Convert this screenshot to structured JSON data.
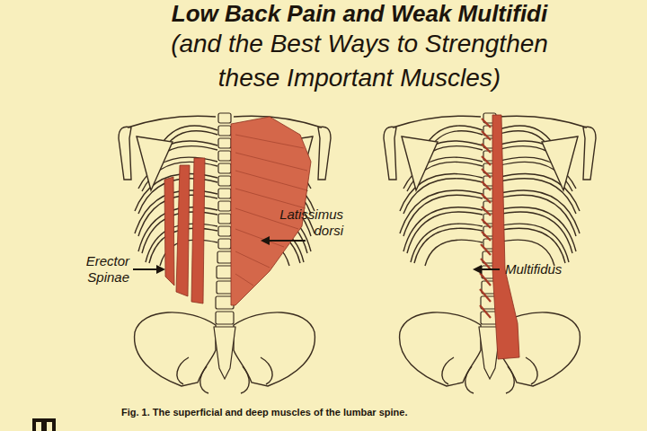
{
  "diagram": {
    "title": "Low Back Pain and Weak Multifidi",
    "caption": "Fig. 1. The superficial and deep muscles of the lumbar spine.",
    "labels": [
      "(and the Best Ways to Strengthen these Important Muscles)",
      "Erector Spinae",
      "Latissimus dorsi",
      "Multifidus"
    ]
  }
}
